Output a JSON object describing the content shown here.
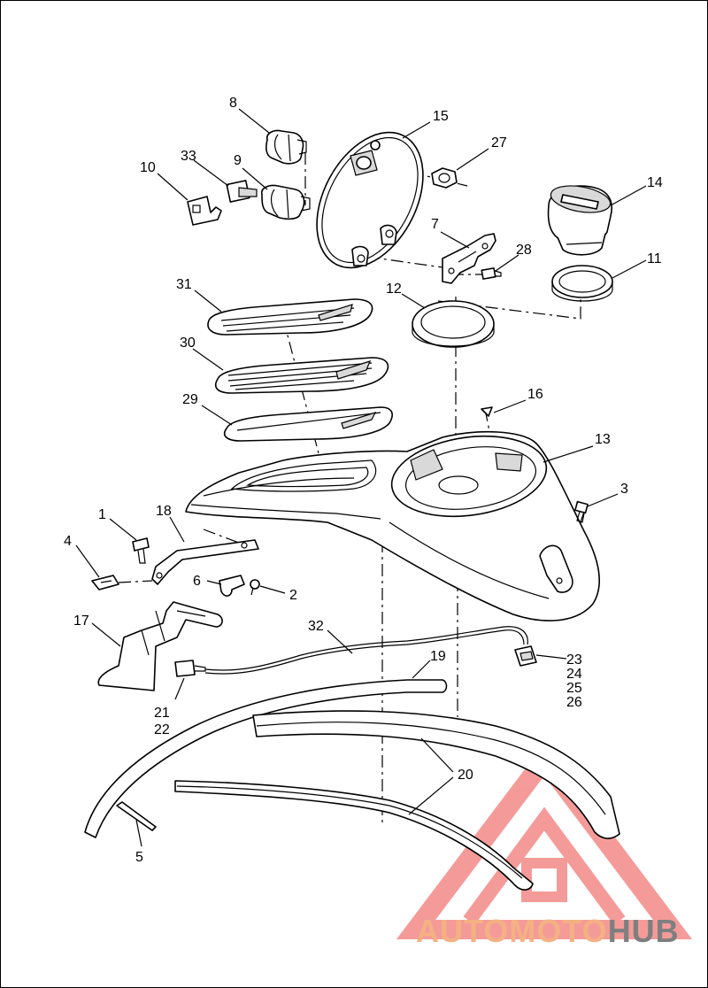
{
  "callouts": {
    "c1": "1",
    "c2": "2",
    "c3": "3",
    "c4": "4",
    "c5": "5",
    "c6": "6",
    "c7": "7",
    "c8": "8",
    "c9": "9",
    "c10": "10",
    "c11": "11",
    "c12": "12",
    "c13": "13",
    "c14": "14",
    "c15": "15",
    "c16": "16",
    "c17": "17",
    "c18": "18",
    "c19": "19",
    "c20": "20",
    "c21": "21",
    "c22": "22",
    "c23": "23",
    "c24": "24",
    "c25": "25",
    "c26": "26",
    "c27": "27",
    "c28": "28",
    "c29": "29",
    "c30": "30",
    "c31": "31",
    "c32": "32",
    "c33": "33"
  },
  "watermark": {
    "part1": "AUTO",
    "part2": "MOTO",
    "part3": "HUB",
    "color_primary": "#f4b183",
    "color_secondary": "#7f7f7f",
    "logo_color": "#e8231e"
  }
}
